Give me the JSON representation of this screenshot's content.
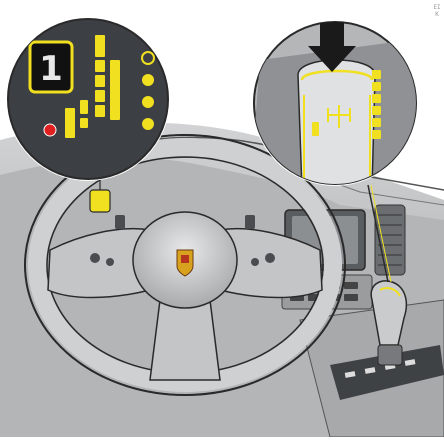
{
  "illustration": {
    "edge_mark": "ΕΙΚ",
    "colors": {
      "interior": "#b9bbbd",
      "interior_dark": "#6e7073",
      "interior_light": "#e4e5e6",
      "outline": "#2a2a2a",
      "indicator_yellow": "#f0e020",
      "indicator_red": "#e02020",
      "callout_bg": "#3c3f44",
      "arrow": "#1a1a1a"
    },
    "left_callout": {
      "display_digit": "1",
      "indicator_lights": 4,
      "lit_lights": 3,
      "red_light": true
    },
    "right_callout": {
      "arrow_direction": "down",
      "selector": "gear-selector"
    }
  }
}
